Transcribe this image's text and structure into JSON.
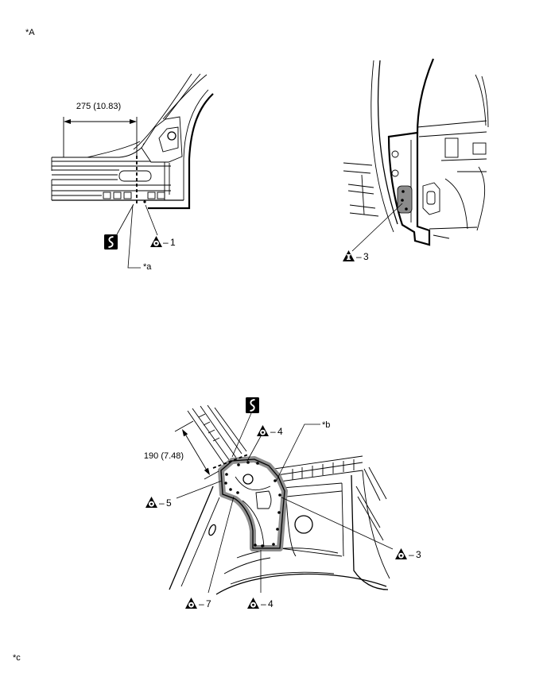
{
  "labels": {
    "view_a": "*A",
    "view_c": "*c"
  },
  "separator": "–",
  "top_left_view": {
    "dimension": "275 (10.83)",
    "reference_a": "*a",
    "cut_symbol": "saw-cut-icon",
    "callouts": [
      {
        "icon": "spot-weld-icon",
        "number": "1"
      }
    ]
  },
  "top_right_view": {
    "callouts": [
      {
        "icon": "triangle-bar-weld-icon",
        "number": "3"
      }
    ]
  },
  "bottom_view": {
    "dimension": "190 (7.48)",
    "reference_b": "*b",
    "cut_symbol": "saw-cut-icon",
    "callouts": [
      {
        "icon": "spot-weld-icon",
        "number": "4"
      },
      {
        "icon": "spot-weld-icon",
        "number": "5"
      },
      {
        "icon": "spot-weld-icon",
        "number": "3"
      },
      {
        "icon": "spot-weld-icon",
        "number": "7"
      },
      {
        "icon": "spot-weld-icon",
        "number": "4"
      }
    ]
  }
}
